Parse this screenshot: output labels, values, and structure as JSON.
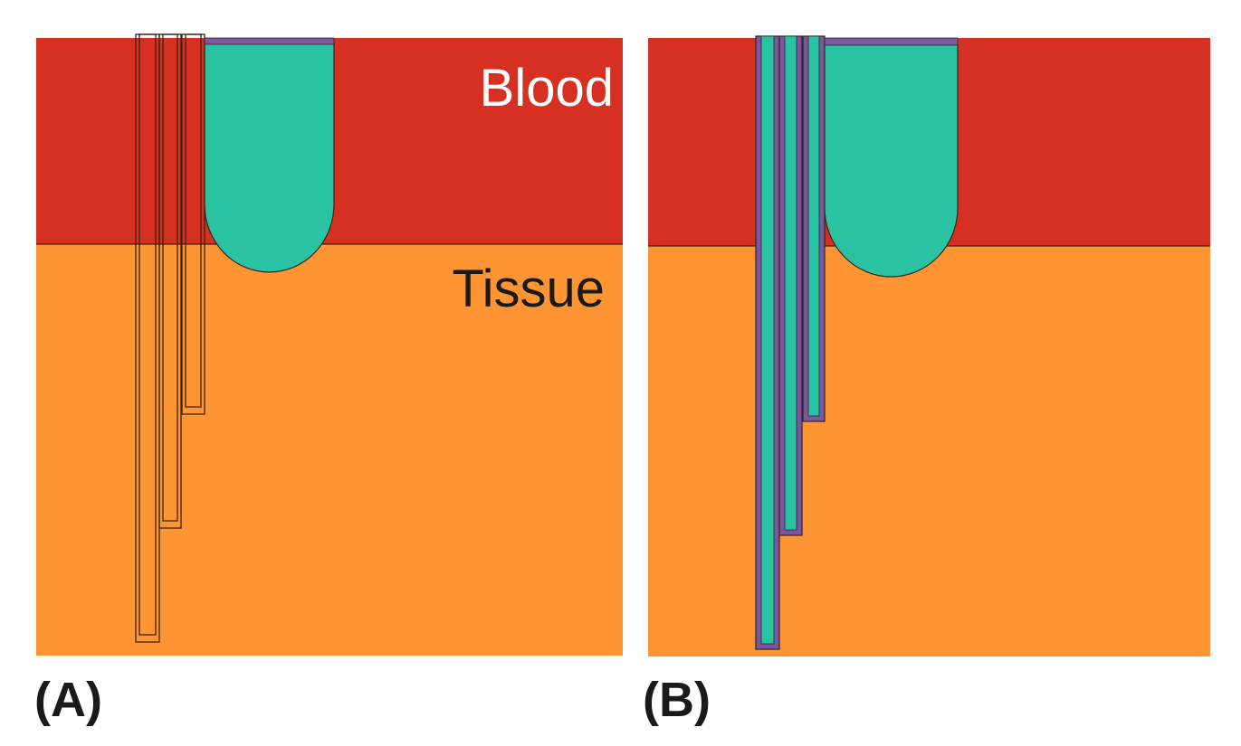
{
  "figure": {
    "panel_a": {
      "label": "(A)",
      "region_labels": {
        "blood": "Blood",
        "tissue": "Tissue"
      }
    },
    "panel_b": {
      "label": "(B)"
    }
  },
  "colors": {
    "blood": "#D53021",
    "tissue": "#FE9432",
    "teal": "#29C3A3",
    "purple": "#7857A6",
    "outline": "#3A2414",
    "label_text": "#1A1A1A",
    "blood_label_text": "#FFFFFF"
  }
}
